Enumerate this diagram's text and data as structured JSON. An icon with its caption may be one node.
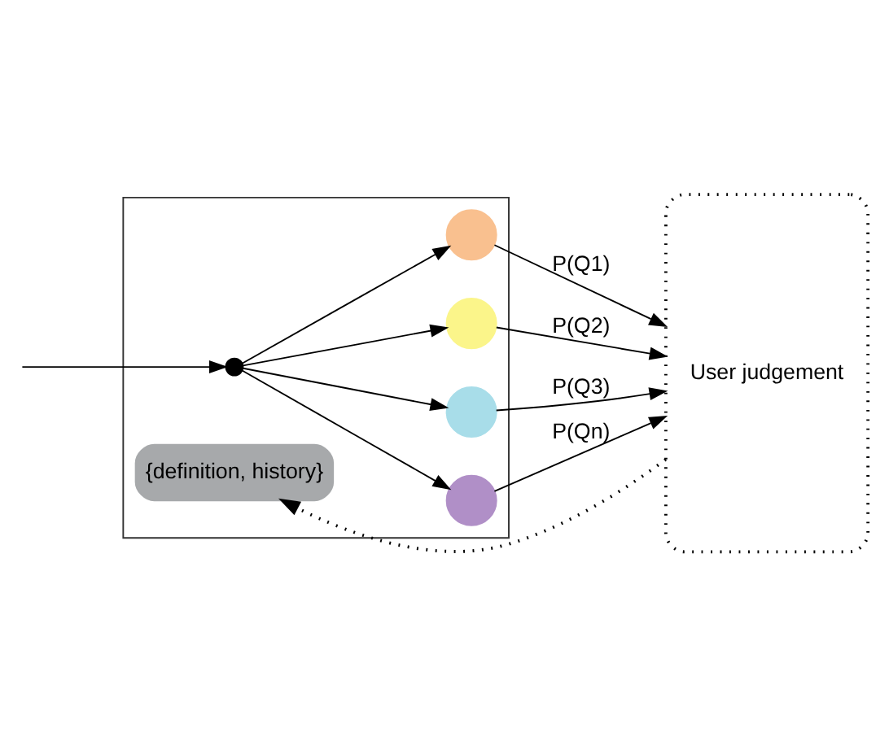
{
  "diagram": {
    "nodes": [
      {
        "text": [],
        "shape": "box"
      },
      {
        "text": [],
        "shape": "circle",
        "in": 0
      },
      {
        "text": [],
        "shape": "circle",
        "in": 0
      },
      {
        "text": [],
        "shape": "circle",
        "in": 0
      },
      {
        "text": [],
        "shape": "circle",
        "in": 0
      },
      {
        "text": [],
        "shape": "circle",
        "in": 0
      },
      {
        "text": [
          "{definition, history}"
        ],
        "in": 0
      },
      {
        "text": [
          "User judgement"
        ]
      }
    ],
    "edges": [
      {
        "from": null,
        "to": 1,
        "arrow": "to"
      },
      {
        "from": 1,
        "to": 2,
        "arrow": "to"
      },
      {
        "from": 1,
        "to": 3,
        "arrow": "to"
      },
      {
        "from": 1,
        "to": 4,
        "arrow": "to"
      },
      {
        "from": 1,
        "to": 5,
        "arrow": "to"
      },
      {
        "from": 2,
        "to": 7,
        "arrow": "to",
        "label": "P(Q1)"
      },
      {
        "from": 3,
        "to": 7,
        "arrow": "to",
        "label": "P(Q2)"
      },
      {
        "from": 4,
        "to": 7,
        "arrow": "to",
        "label": "P(Q3)"
      },
      {
        "from": 5,
        "to": 7,
        "arrow": "to",
        "label": "P(Qn)"
      },
      {
        "from": 7,
        "to": 6,
        "arrow": "to",
        "style": "dashed"
      }
    ]
  }
}
